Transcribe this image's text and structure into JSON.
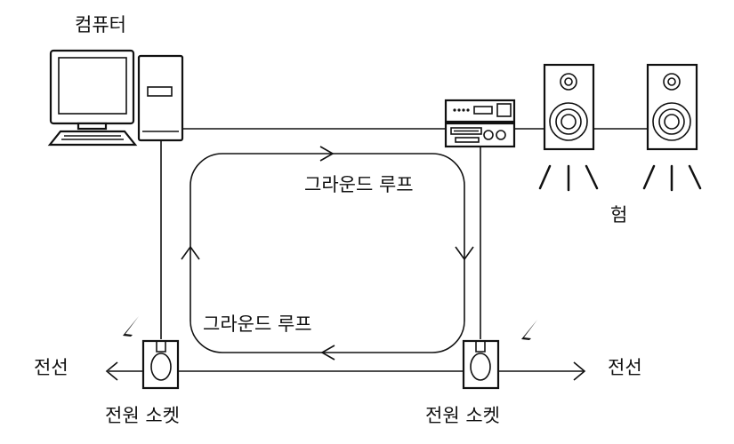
{
  "labels": {
    "computer": "컴퓨터",
    "ground_loop_top": "그라운드 루프",
    "ground_loop_bottom": "그라운드 루프",
    "hum": "험",
    "wire_left": "전선",
    "wire_right": "전선",
    "socket_left": "전원 소켓",
    "socket_right": "전원 소켓"
  },
  "colors": {
    "line": "#111111",
    "background": "#ffffff"
  },
  "icons": [
    "computer-icon",
    "amplifier-icon",
    "speaker-icon",
    "power-socket-icon",
    "lightning-icon"
  ]
}
